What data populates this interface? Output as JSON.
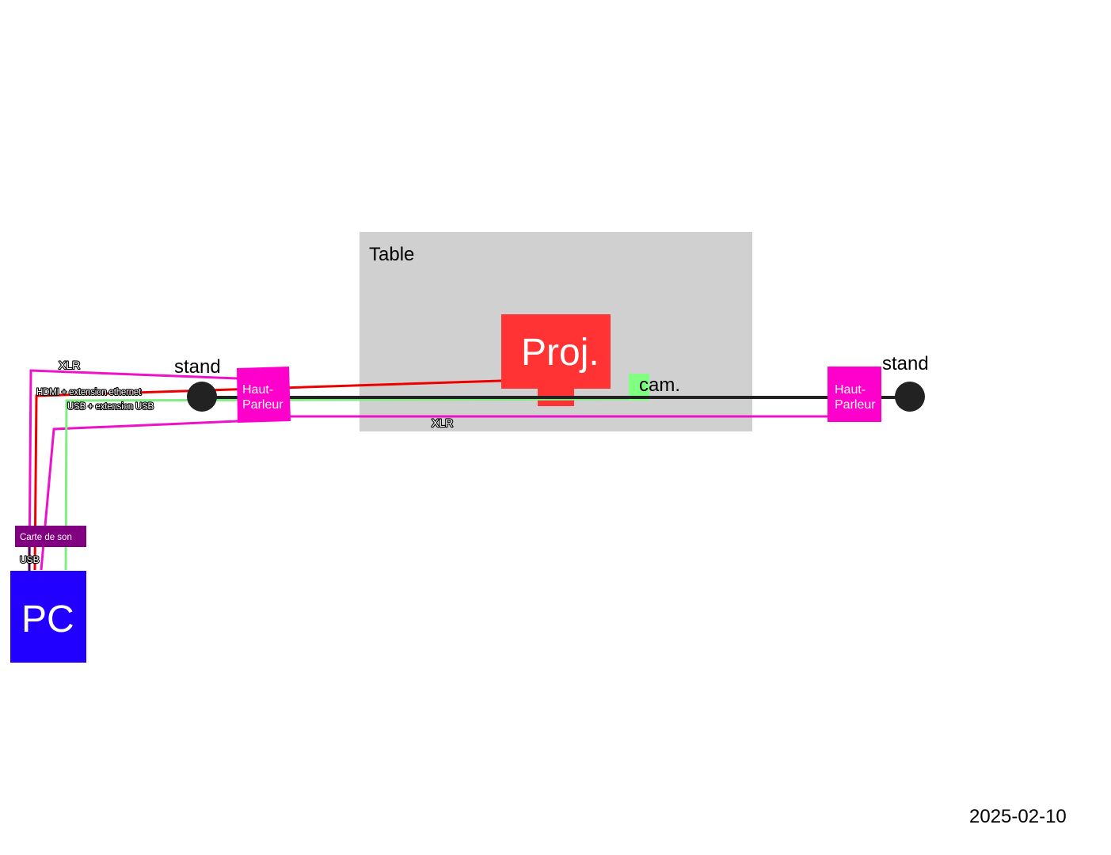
{
  "labels": {
    "table": "Table",
    "projector": "Proj.",
    "camera": "cam.",
    "stand_left": "stand",
    "stand_right": "stand",
    "speaker_left_line1": "Haut-",
    "speaker_left_line2": "Parleur",
    "speaker_right_line1": "Haut-",
    "speaker_right_line2": "Parleur",
    "sound_card": "Carte de son",
    "pc": "PC",
    "date": "2025-02-10"
  },
  "cables": {
    "xlr_left": "XLR",
    "hdmi": "HDMI + extension ethernet",
    "usb_ext": "USB + extension USB",
    "xlr_right": "XLR",
    "usb": "USB"
  },
  "colors": {
    "table": "#d0d0d0",
    "projector": "#ff3333",
    "camera": "#80ff80",
    "speaker": "#ff00cc",
    "stand": "#222222",
    "sound_card": "#800080",
    "pc": "#2200ff",
    "cable_xlr": "#ee11cc",
    "cable_hdmi": "#ee0000",
    "cable_usb_ext": "#80ee80",
    "cable_black": "#222222",
    "cable_usb": "#550055"
  }
}
